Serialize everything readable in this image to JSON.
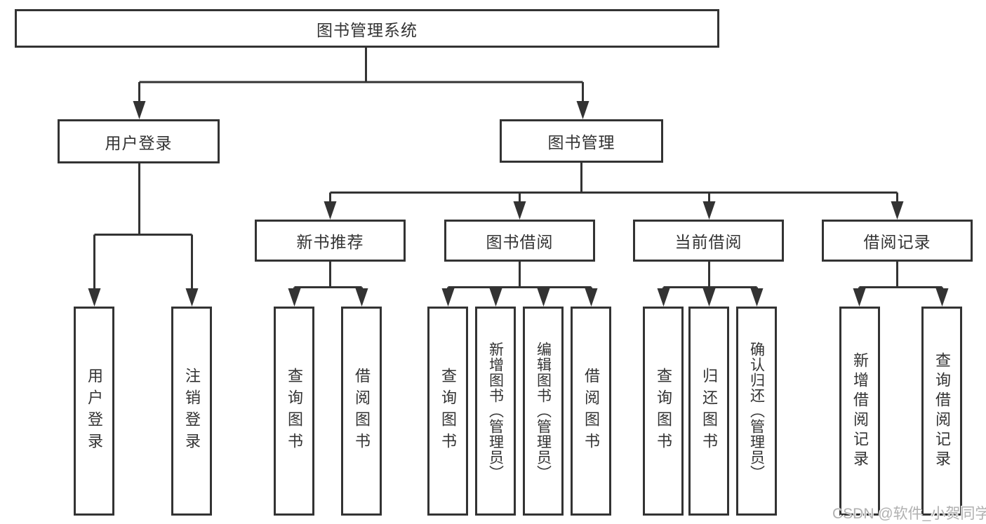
{
  "colors": {
    "line": "#333333",
    "box_border": "#333333",
    "text": "#333333",
    "watermark_text": "#b0b0b0",
    "background": "#ffffff"
  },
  "tree": {
    "label": "图书管理系统",
    "children": [
      {
        "label": "用户登录",
        "children": [
          {
            "label": "用户登录"
          },
          {
            "label": "注销登录"
          }
        ]
      },
      {
        "label": "图书管理",
        "children": [
          {
            "label": "新书推荐",
            "children": [
              {
                "label": "查询图书"
              },
              {
                "label": "借阅图书"
              }
            ]
          },
          {
            "label": "图书借阅",
            "children": [
              {
                "label": "查询图书"
              },
              {
                "label": "新增图书（管理员）"
              },
              {
                "label": "编辑图书（管理员）"
              },
              {
                "label": "借阅图书"
              }
            ]
          },
          {
            "label": "当前借阅",
            "children": [
              {
                "label": "查询图书"
              },
              {
                "label": "归还图书"
              },
              {
                "label": "确认归还（管理员）"
              }
            ]
          },
          {
            "label": "借阅记录",
            "children": [
              {
                "label": "新增借阅记录"
              },
              {
                "label": "查询借阅记录"
              }
            ]
          }
        ]
      }
    ]
  },
  "watermark": "CSDN @软件_小贺同学"
}
